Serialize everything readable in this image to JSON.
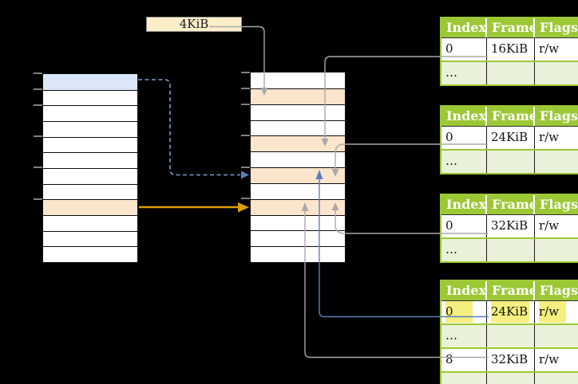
{
  "size_label": "4KiB",
  "left_memory": {
    "rows": [
      "blue",
      "white",
      "white",
      "white",
      "white",
      "white",
      "white",
      "white",
      "orange",
      "white",
      "white",
      "white"
    ]
  },
  "middle_memory": {
    "rows": [
      "white",
      "orange",
      "white",
      "white",
      "orange",
      "white",
      "orange",
      "white",
      "orange",
      "white",
      "white",
      "white"
    ]
  },
  "page_tables": [
    {
      "headers": [
        "Index",
        "Frame",
        "Flags"
      ],
      "rows": [
        {
          "fill": "white",
          "cells": [
            {
              "text": "0"
            },
            {
              "text": "16KiB"
            },
            {
              "text": "r/w"
            }
          ]
        },
        {
          "fill": "green",
          "cells": [
            {
              "text": "…"
            },
            {
              "text": ""
            },
            {
              "text": ""
            }
          ]
        }
      ]
    },
    {
      "headers": [
        "Index",
        "Frame",
        "Flags"
      ],
      "rows": [
        {
          "fill": "white",
          "cells": [
            {
              "text": "0"
            },
            {
              "text": "24KiB"
            },
            {
              "text": "r/w"
            }
          ]
        },
        {
          "fill": "green",
          "cells": [
            {
              "text": "…"
            },
            {
              "text": ""
            },
            {
              "text": ""
            }
          ]
        }
      ]
    },
    {
      "headers": [
        "Index",
        "Frame",
        "Flags"
      ],
      "rows": [
        {
          "fill": "white",
          "cells": [
            {
              "text": "0"
            },
            {
              "text": "32KiB"
            },
            {
              "text": "r/w"
            }
          ]
        },
        {
          "fill": "green",
          "cells": [
            {
              "text": "…"
            },
            {
              "text": ""
            },
            {
              "text": ""
            }
          ]
        }
      ]
    },
    {
      "headers": [
        "Index",
        "Frame",
        "Flags"
      ],
      "rows": [
        {
          "fill": "white",
          "cells": [
            {
              "text": "0",
              "hl": true
            },
            {
              "text": "24KiB",
              "hl": true
            },
            {
              "text": "r/w",
              "hl": true
            }
          ]
        },
        {
          "fill": "green",
          "cells": [
            {
              "text": "…"
            },
            {
              "text": ""
            },
            {
              "text": ""
            }
          ]
        },
        {
          "fill": "white",
          "cells": [
            {
              "text": "8"
            },
            {
              "text": "32KiB"
            },
            {
              "text": "r/w"
            }
          ]
        },
        {
          "fill": "green",
          "cells": [
            {
              "text": "…"
            },
            {
              "text": ""
            },
            {
              "text": ""
            }
          ]
        }
      ]
    }
  ],
  "colors": {
    "header_green": "#9cc835",
    "row_green": "#e9f1d8",
    "row_orange": "#fce5cd",
    "row_blue": "#dbe7f8",
    "cream": "#fdeeca",
    "yellow_hl": "#f4ef7e",
    "line_gray": "#a9a9a9",
    "line_blue": "#5b80bb",
    "dash_blue": "#7d9ed3",
    "arrow_orange": "#dc9e00",
    "tick_gray": "#7f7f7f"
  }
}
